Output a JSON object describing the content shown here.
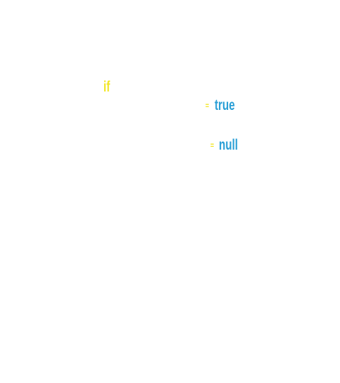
{
  "code": {
    "keyword_if": "if",
    "assign_op_1": "=",
    "value_true": "true",
    "assign_op_2": "=",
    "value_null": "null"
  },
  "colors": {
    "background": "#ffffff",
    "keyword": "#f2e625",
    "literal": "#2a9fd6"
  }
}
